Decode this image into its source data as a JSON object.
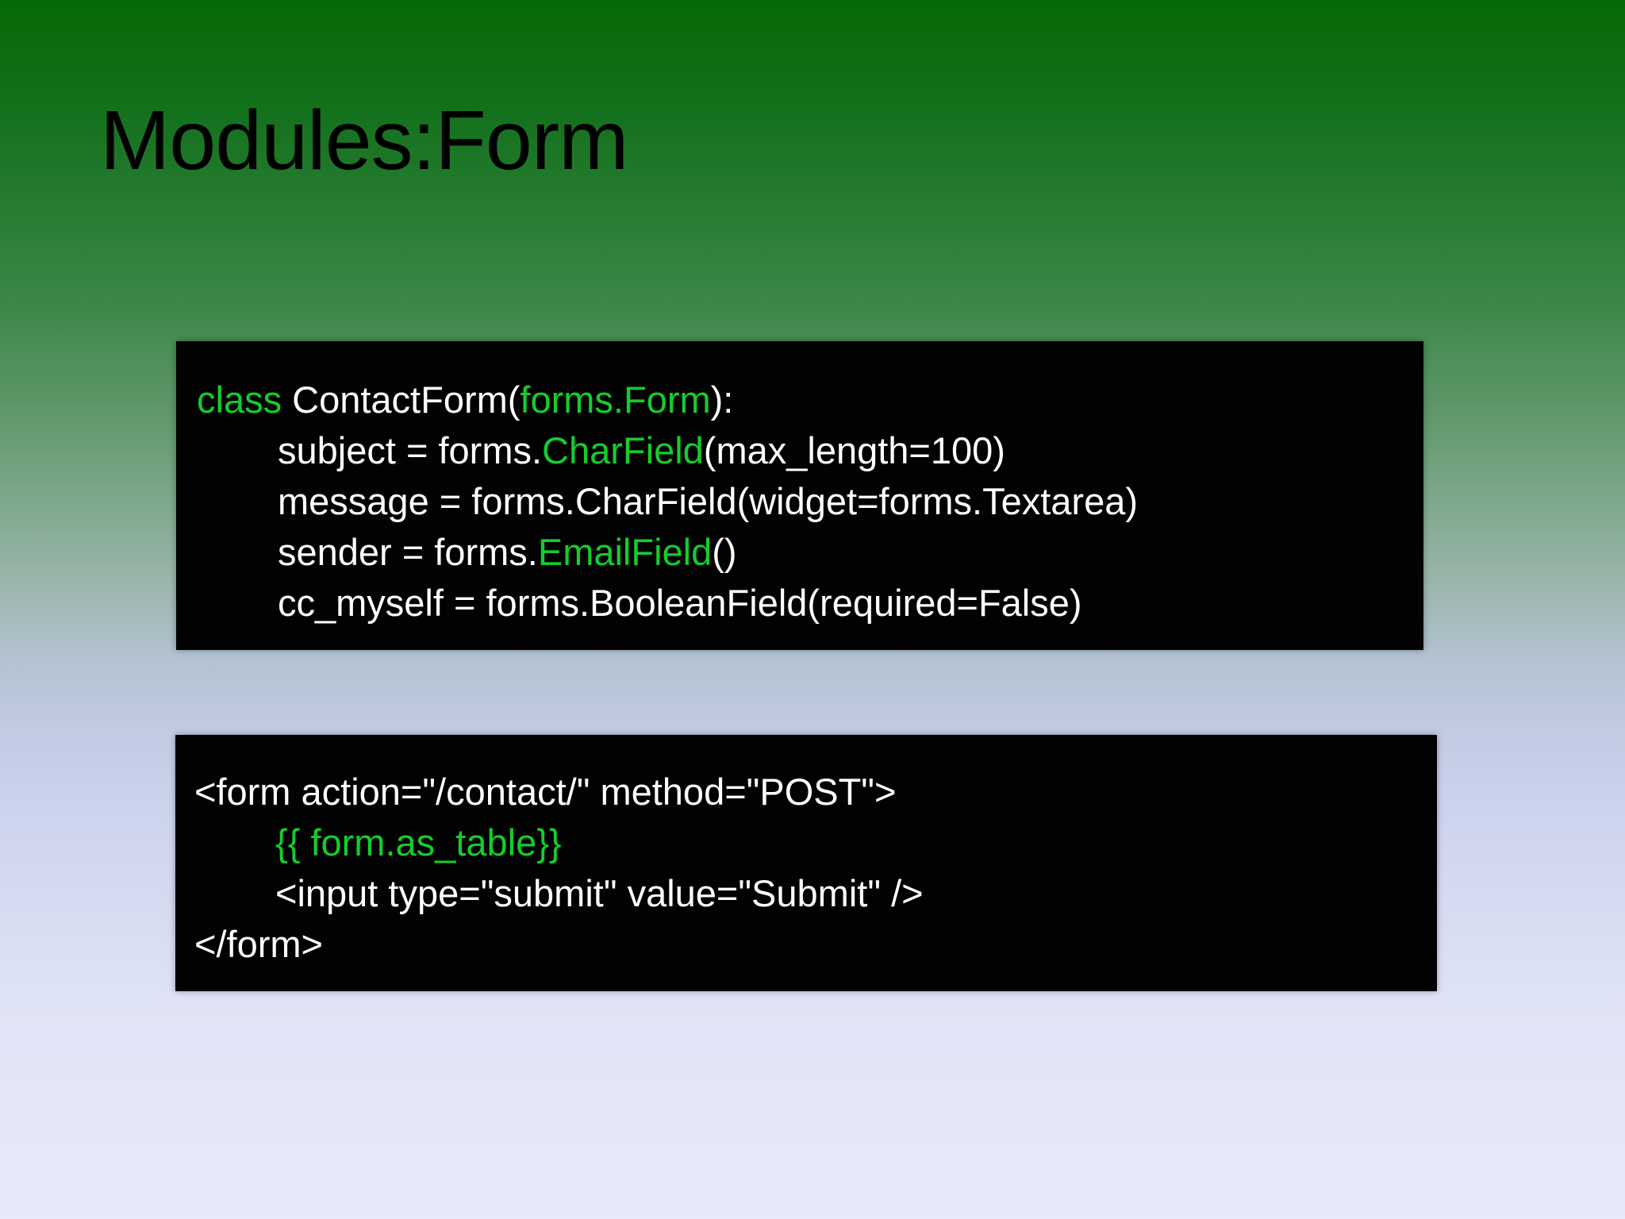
{
  "slide": {
    "title": "Modules:Form"
  },
  "colors": {
    "keyword_green": "#14cd2d",
    "code_background": "#020202",
    "code_text": "#ffffff",
    "title_color": "#000000",
    "background_top": "#066906",
    "background_bottom": "#e7eaf8"
  },
  "code_blocks": [
    {
      "name": "contact-form-class-code",
      "lines": [
        {
          "indent": 0,
          "segments": [
            [
              "green",
              "class "
            ],
            [
              "white",
              "ContactForm("
            ],
            [
              "green",
              "forms.Form"
            ],
            [
              "white",
              "):"
            ]
          ]
        },
        {
          "indent": 1,
          "segments": [
            [
              "white",
              "subject = forms."
            ],
            [
              "green",
              "CharField"
            ],
            [
              "white",
              "(max_length=100)"
            ]
          ]
        },
        {
          "indent": 1,
          "segments": [
            [
              "white",
              "message = forms.CharField(widget=forms.Textarea)"
            ]
          ]
        },
        {
          "indent": 1,
          "segments": [
            [
              "white",
              "sender = forms."
            ],
            [
              "green",
              "EmailField"
            ],
            [
              "white",
              "()"
            ]
          ]
        },
        {
          "indent": 1,
          "segments": [
            [
              "white",
              "cc_myself = forms.BooleanField(required=False)"
            ]
          ]
        }
      ]
    },
    {
      "name": "template-form-code",
      "lines": [
        {
          "indent": 0,
          "segments": [
            [
              "white",
              "<form action=\"/contact/\" method=\"POST\">"
            ]
          ]
        },
        {
          "indent": 1,
          "segments": [
            [
              "green",
              "{{ form.as_table}}"
            ]
          ]
        },
        {
          "indent": 1,
          "segments": [
            [
              "white",
              "<input type=\"submit\" value=\"Submit\" />"
            ]
          ]
        },
        {
          "indent": 0,
          "segments": [
            [
              "white",
              "</form>"
            ]
          ]
        }
      ]
    }
  ]
}
